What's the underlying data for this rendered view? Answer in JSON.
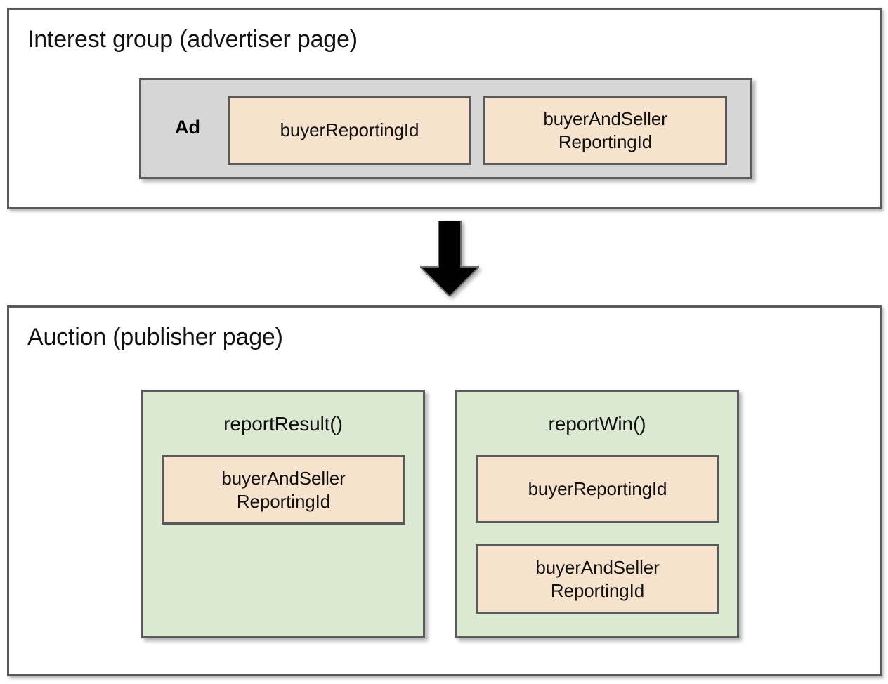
{
  "diagram": {
    "title_semantics": "protected-audience-reporting-ids-flow",
    "colors": {
      "page_background": "#ffffff",
      "frame_border": "#5a5a5a",
      "ad_container_fill": "#d6d6d6",
      "reporting_id_chip_fill": "#f7e3cd",
      "function_panel_fill": "#dbe8d2",
      "text": "#111111",
      "arrow": "#000000"
    }
  },
  "sections": {
    "interest_group": {
      "title": "Interest group (advertiser page)",
      "ad": {
        "label": "Ad",
        "chips": [
          {
            "text": "buyerReportingId"
          },
          {
            "text": "buyerAndSeller\nReportingId"
          }
        ]
      }
    },
    "auction": {
      "title": "Auction (publisher page)",
      "panels": [
        {
          "title": "reportResult()",
          "chips": [
            {
              "text": "buyerAndSeller\nReportingId"
            }
          ]
        },
        {
          "title": "reportWin()",
          "chips": [
            {
              "text": "buyerReportingId"
            },
            {
              "text": "buyerAndSeller\nReportingId"
            }
          ]
        }
      ]
    }
  },
  "connector": {
    "icon": "down-arrow-icon",
    "direction": "down",
    "from": "interest_group",
    "to": "auction"
  }
}
